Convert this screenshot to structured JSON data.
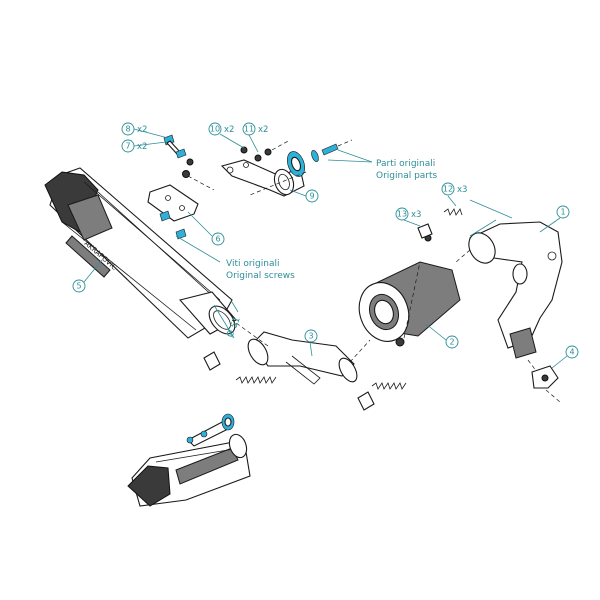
{
  "callouts": [
    {
      "id": "1",
      "number": "1"
    },
    {
      "id": "2",
      "number": "2"
    },
    {
      "id": "3",
      "number": "3"
    },
    {
      "id": "4",
      "number": "4"
    },
    {
      "id": "5",
      "number": "5"
    },
    {
      "id": "6",
      "number": "6"
    },
    {
      "id": "7",
      "number": "7",
      "qty": "x2"
    },
    {
      "id": "8",
      "number": "8",
      "qty": "x2"
    },
    {
      "id": "9",
      "number": "9"
    },
    {
      "id": "10",
      "number": "10",
      "qty": "x2"
    },
    {
      "id": "11",
      "number": "11",
      "qty": "x2"
    },
    {
      "id": "12",
      "number": "12",
      "qty": "x3"
    },
    {
      "id": "13",
      "number": "13",
      "qty": "x3"
    }
  ],
  "annotations": {
    "original_parts_it": "Parti originali",
    "original_parts_en": "Original parts",
    "original_screws_it": "Viti originali",
    "original_screws_en": "Original screws",
    "diameter": "Ø 51"
  },
  "brand_text": "AKRAPOVIC",
  "colors": {
    "callout": "#2c8f98",
    "highlight": "#2fb0d8",
    "line": "#1a1a1a"
  }
}
